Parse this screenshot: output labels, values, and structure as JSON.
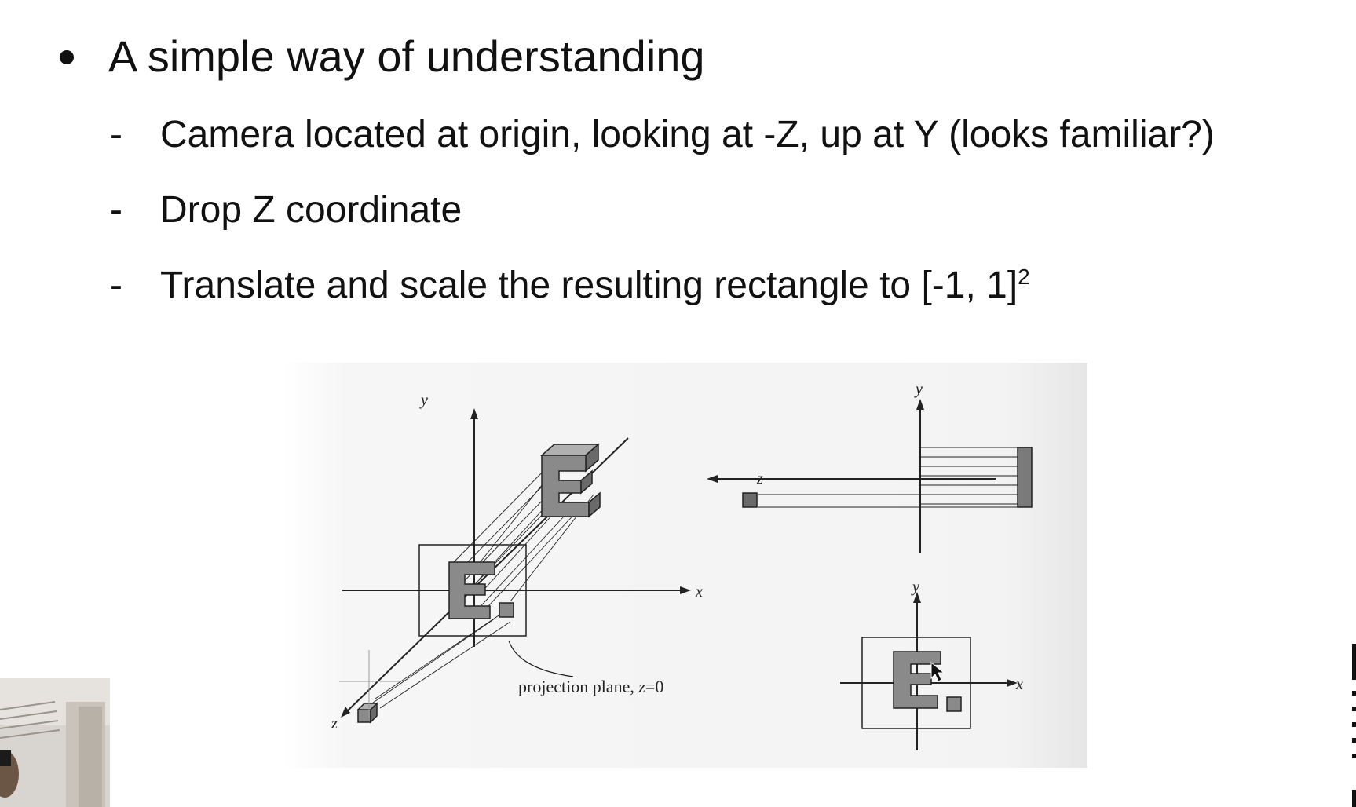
{
  "bullet": {
    "text": "A simple way of understanding"
  },
  "sub_items": [
    {
      "dash": "-",
      "text": "Camera located at origin, looking at -Z, up at Y (looks familiar?)"
    },
    {
      "dash": "-",
      "text": "Drop Z coordinate"
    },
    {
      "dash": "-",
      "text": "Translate and scale the resulting rectangle to [-1, 1]",
      "superscript": "2"
    }
  ],
  "figure": {
    "axis_y": "y",
    "axis_x": "x",
    "axis_z": "z",
    "projection_label_prefix": "projection plane, ",
    "projection_label_var": "z",
    "projection_label_suffix": "=0",
    "side_view_axis_y": "y",
    "side_view_axis_z": "z",
    "front_view_axis_y": "y",
    "front_view_axis_x": "x"
  },
  "colors": {
    "text": "#111111",
    "figure_bg": "#f2f2f2",
    "shape_fill": "#8a8a8a",
    "shape_dark": "#5a5a5a",
    "line": "#222222"
  }
}
